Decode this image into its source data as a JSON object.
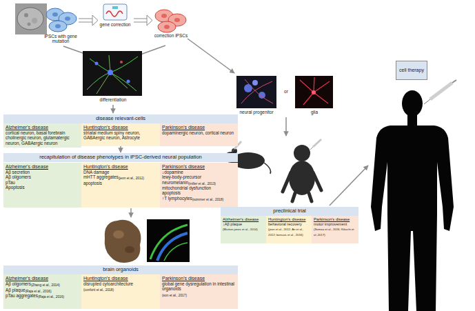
{
  "diagram": {
    "nodes": [
      {
        "text": [
          "disease relevant-cells"
        ]
      },
      {
        "text": [
          "Alzheimer's disease",
          "cortical neuron, basal forebrain cholinergic neuron, glutamatergic neuron, GABAergic neuron"
        ]
      },
      {
        "text": [
          "Huntington's disease",
          "striatal medium spiny neuron, GABAergic neuron, Astrocyte"
        ]
      },
      {
        "text": [
          "Parkinson's disease",
          "dopaminergic neuron, cortical neuron"
        ]
      },
      {
        "text": [
          "recapitulation of disease phenotypes in iPSC-derived neural population"
        ]
      },
      {
        "text": [
          "Alzheimer's disease",
          "Aβ secretion",
          "Aβ oligomers",
          "pTau",
          "Apoptosis"
        ]
      },
      {
        "text": [
          "Huntington's disease",
          "DNA damage",
          "mHTT aggregates",
          "(jeon et al., 2012)",
          "apoptosis"
        ]
      },
      {
        "text": [
          "Parkinson's disease",
          "↓dopamine",
          "lewy-body-precursor",
          "neuromelanin",
          "(miller et al., 2013)",
          "mitochondrial dysfunction",
          "apoptosis",
          "↑T lymphocytes",
          "(sommer et al., 2018)"
        ]
      },
      {
        "text": [
          "brain organoids"
        ]
      },
      {
        "text": [
          "Alzheimer's disease",
          "Aβ oligomers",
          "(Zhang et al., 2014)",
          "Aβ plaque",
          "(Raja et al., 2016)",
          "pTau aggregates",
          "(Raja et al., 2016)"
        ]
      },
      {
        "text": [
          "Huntington's disease",
          "disrupted cytoarchitecture",
          "(conforti et al., 2018)"
        ]
      },
      {
        "text": [
          "Parkinson's disease",
          "global gene dysregulation in intestinal organoids",
          "(son et al., 2017)"
        ]
      },
      {
        "text": [
          "preclinical trial"
        ]
      },
      {
        "text": [
          "Alzheimer's disease",
          "↓Aβ plaque",
          "(Blurton-jones et al., 2014)"
        ]
      },
      {
        "text": [
          "Huntington's disease",
          "behavioral recovery",
          "(jeon et al., 2012; An et al., 2012; bonsais et al., 2016)"
        ]
      },
      {
        "text": [
          "Parkinson's disease",
          "motor improvement",
          "(Somaa et al., 2016; Kikuchi et al.,2017)"
        ]
      },
      {
        "text": [
          "cell therapy"
        ]
      }
    ],
    "edges": [
      {
        "from": 2,
        "to": 4,
        "arrow": "to"
      }
    ],
    "labels": [
      "iPSCs with gene mutation",
      "gene correction",
      "correction iPSCs",
      "differentiation",
      "neural progenitor",
      "or",
      "glia"
    ]
  }
}
